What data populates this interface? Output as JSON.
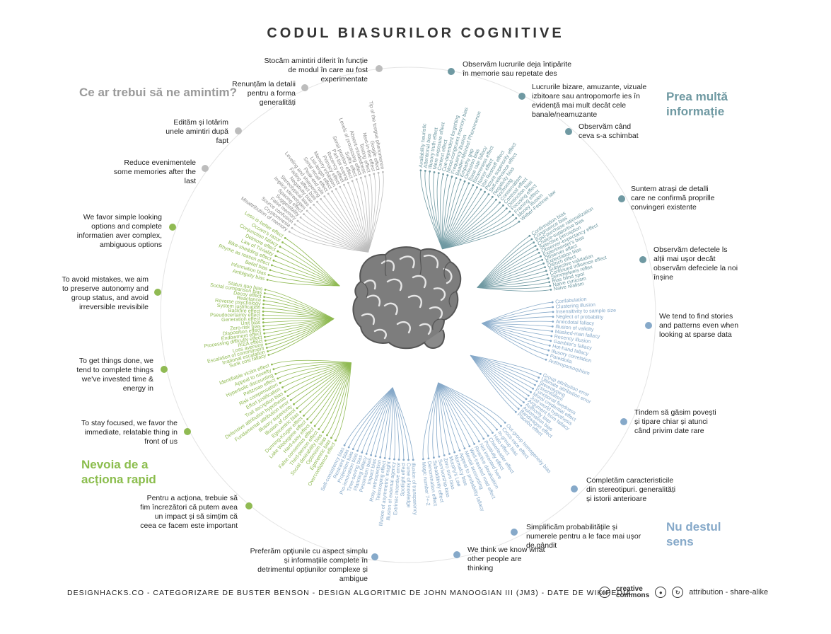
{
  "title": "CODUL BIASURILOR COGNITIVE",
  "colors": {
    "gray": "#bdbdbd",
    "teal": "#6f99a2",
    "blue": "#86a9c9",
    "green": "#90ba53",
    "brain": "#7c7c7c"
  },
  "regions": {
    "remember": "Ce ar trebui să ne amintim?",
    "too_much": "Prea multă informație",
    "meaning": "Nu destul sens",
    "act_fast": "Nevoia de a acționa rapid"
  },
  "categories": [
    {
      "text": "Stocăm amintiri diferit în funcție de modul în care au fost experimentate"
    },
    {
      "text": "Renunțăm la detalii pentru a forma generalități"
    },
    {
      "text": "Edităm și lotărim unele amintiri după fapt"
    },
    {
      "text": "Reduce evenimentele some memories after the last"
    },
    {
      "text": "Observăm lucrurile deja întipărite în memorie sau repetate des"
    },
    {
      "text": "Lucrurile bizare, amuzante, vizuale izbitoare sau antropomorfe ies în evidență mai mult decât cele banale/neamuzante"
    },
    {
      "text": "Observăm când ceva s-a schimbat"
    },
    {
      "text": "Suntem atrași de detalli care ne confirmă proprille convingeri existente"
    },
    {
      "text": "Observăm defectele ls alții mai ușor decât observăm defeciele la noi înșine"
    },
    {
      "text": "We tend to find stories and patterns even when looking at sparse data"
    },
    {
      "text": "Tindem să găsim povești și tipare chiar și atunci când privim date rare"
    },
    {
      "text": "Completăm caracteristicile din stereotipuri. generalități și istorii anterioare"
    },
    {
      "text": "Simplificăm probabilitățile și numerele pentru a le face mai ușor de gândit"
    },
    {
      "text": "We think we know what other people are thinking"
    },
    {
      "text": "Preferăm opțiunile cu aspect simplu și informațiile complete în detrimentul opțiunilor complexe și ambigue"
    },
    {
      "text": "Pentru a acționa, trebuie să fim încrezători că putem avea un impact și să simțim că ceea ce facem este important"
    },
    {
      "text": "To stay focused, we favor the immediate, relatable thing in front of us"
    },
    {
      "text": "To get things done, we tend to complete things we've invested time & energy in"
    },
    {
      "text": "To avoid mistakes, we aim to preserve autonomy and group status, and avoid irreversible ırevisibile"
    },
    {
      "text": "We favor simple looking options and complete informatien aver complex, ambiguous options"
    }
  ],
  "biases": {
    "top_left": [
      "Misattribution of memory",
      "Cryptomnesia",
      "Source confusion",
      "False memory",
      "Suggestibility",
      "Spacing effect",
      "Implicit stereotypes",
      "Stereotypical bias",
      "Negativity bias",
      "Fading affect bias",
      "Leveling and sharpening",
      "Peak-end rule",
      "Serial recall effect",
      "List-length effect",
      "Memory inhibition",
      "Primacy effect",
      "Recency effect",
      "Part-list cueing",
      "Serial position effect",
      "Suffix effect",
      "Levels of processing effect",
      "Absent-mindedness",
      "Testing effect",
      "Next-in-line effect",
      "Google effect",
      "Tip of the tongue phenomenon"
    ],
    "top_right": [
      "Availability heuristic",
      "Attentional bias",
      "Illusory truth effect",
      "Mere exposure effect",
      "Context effect",
      "Cue-dependent forgetting",
      "Mood-congruent memory bias",
      "Frequency illusion",
      "Baader-Meinhof Phenomenon",
      "Empathy gap",
      "Omission bias",
      "Base rate fallacy",
      "Bizarreness effect",
      "Humor effect",
      "Von Restorff effect",
      "Picture superiority effect",
      "Self-relevance effect",
      "Negativity bias",
      "Anchoring",
      "Conservatism",
      "Contrast effect",
      "Distinction bias",
      "Focusing effect",
      "Framing effect",
      "Money illusion",
      "Weber-Fechner law"
    ],
    "right": [
      "Confirmation bias",
      "Congruence bias",
      "Post-purchase rationalization",
      "Choice-supportive bias",
      "Selective perception",
      "Observer-expectancy effect",
      "Experimenter's bias",
      "Observer effect",
      "Expectation bias",
      "Ostrich effect",
      "Subjective validation",
      "Continued influence effect",
      "Semmelweis reflex",
      "Bias blind spot",
      "Naive cynicism",
      "Naive realism"
    ],
    "mid_right": [
      "Confabulation",
      "Clustering illusion",
      "Insensitivity to sample size",
      "Neglect of probability",
      "Anecdotal fallacy",
      "Illusion of validity",
      "Masked-man fallacy",
      "Recency illusion",
      "Gambler's fallacy",
      "Hot-hand fallacy",
      "Illusory correlation",
      "Pareidolia",
      "Anthropomorphism"
    ],
    "lower_right": [
      "Group attribution error",
      "Ultimate attribution error",
      "Stereotyping",
      "Essentialism",
      "Functional fixedness",
      "Moral credential effect",
      "Just-world hypothesis",
      "Argument from fallacy",
      "Authority bias",
      "Automation bias",
      "Bandwagon effect",
      "Placebo effect"
    ],
    "bottom_right": [
      "Out-group homogeneity bias",
      "Cross-race effect",
      "In-group bias",
      "Halo effect",
      "Cheerleader effect",
      "Positivity effect",
      "Not invented here",
      "Reactive devaluation",
      "Well-traveled road effect",
      "Mental accounting",
      "Appeal to probability fallacy",
      "Normalcy bias",
      "Murphy's Law",
      "Zero sum bias",
      "Survivorship bias",
      "Subadditivity effect",
      "Denomination effect",
      "Magic number 7+-2"
    ],
    "bottom": [
      "Illusion of transparency",
      "Curse of knowledge",
      "Spotlight effect",
      "Extrinsic incentive error",
      "Illusion of external agency",
      "Illusion of asymmetric insight",
      "Telescoping effect",
      "Rosy retrospection",
      "Impact bias",
      "Pessimism bias",
      "Planning fallacy",
      "Time-saving bias",
      "Pro-innovation bias",
      "Projection bias",
      "Restraint bias",
      "Self-consistency bias"
    ],
    "bottom_left": [
      "Overconfidence effect",
      "Egocentric bias",
      "Optimism bias",
      "Social desirability bias",
      "Third-person effect",
      "False consensus effect",
      "Hard-easy effect",
      "Lake Wobegone effect",
      "Dunning-Kruger effect",
      "Egocentric bias",
      "Illusion of control",
      "Illusory superiority",
      "Fundamental attribution error",
      "Defensive attribution hypothesis",
      "Trait ascription bias",
      "Effort justification",
      "Risk compensation",
      "Peltzman effect",
      "Hyperbolic discounting",
      "Appeal to novelty",
      "Identifiable victim effect"
    ],
    "left": [
      "Sunk cost fallacy",
      "Irrational escalation",
      "Escalation of commitment",
      "Loss aversion",
      "IKEA effect",
      "Processing difficulty effect",
      "Endowment effect",
      "Disposition effect",
      "Zero-risk bias",
      "Unit bias",
      "Generation effect",
      "Pseudocertainty effect",
      "Backfire effect",
      "System justification",
      "Reverse psychology",
      "Reactance",
      "Decoy effect",
      "Social comparison bias",
      "Status quo bias"
    ],
    "upper_left": [
      "Ambiguity bias",
      "Information bias",
      "Belief bias",
      "Rhyme as reason effect",
      "Bike-shedding effect",
      "Law of Triviality",
      "Delmore effect",
      "Conjunction fallacy",
      "Occam's razor",
      "Less-is-better effect"
    ]
  },
  "footer": "DESIGNHACKS.CO  -  CATEGORIZARE DE BUSTER BENSON  -  DESIGN ALGORITMIC DE JOHN MANOOGIAN III (JM3)  -  DATE DE WIKIPEDIA",
  "license": {
    "cc_line1": "creative",
    "cc_line2": "commons",
    "terms": "attribution - share-alike"
  }
}
